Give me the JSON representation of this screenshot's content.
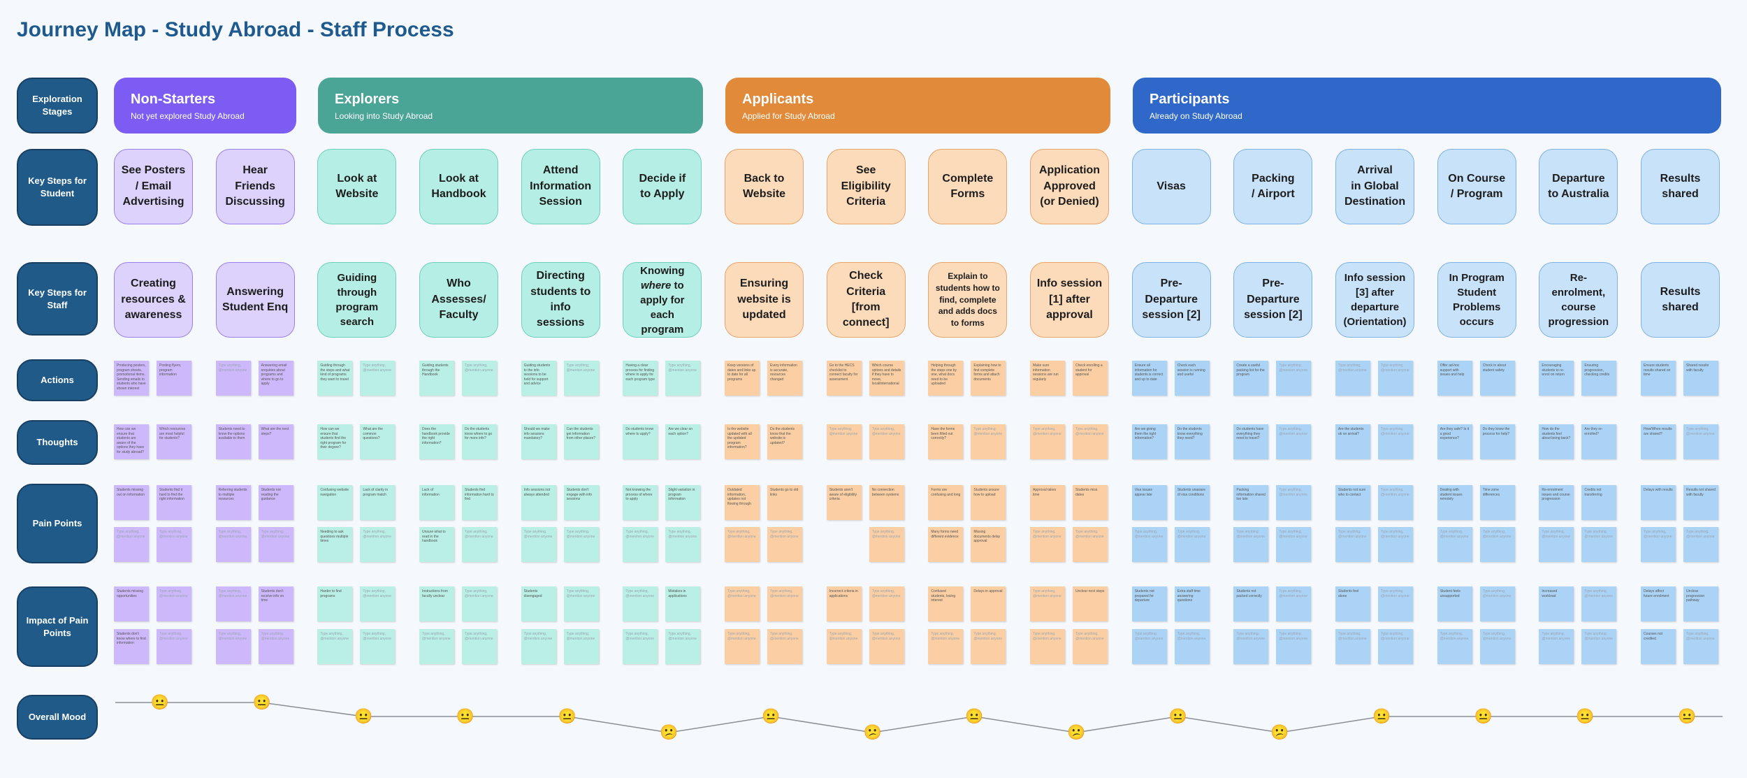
{
  "title": "Journey Map - Study Abroad - Staff Process",
  "row_labels": [
    "Exploration Stages",
    "Key Steps for Student",
    "Key Steps for Staff",
    "Actions",
    "Thoughts",
    "Pain Points",
    "Impact of Pain Points",
    "Overall Mood"
  ],
  "colors": {
    "row_label": "#1f5a88",
    "non_starters": {
      "stage": "#7c5cf2",
      "card": "#ddd2fc",
      "border": "#9a7fea",
      "note": "#cdb8fb"
    },
    "explorers": {
      "stage": "#4aa597",
      "card": "#b5eee4",
      "border": "#6fcfbf",
      "note": "#b9efe5"
    },
    "applicants": {
      "stage": "#e08a3a",
      "card": "#fcdbbb",
      "border": "#e8a46a",
      "note": "#fbcfa3"
    },
    "participants": {
      "stage": "#2f68c8",
      "card": "#c8e2fa",
      "border": "#7fb2e4",
      "note": "#abd3f6"
    }
  },
  "stages": [
    {
      "name": "Non-Starters",
      "sub": "Not yet explored Study Abroad"
    },
    {
      "name": "Explorers",
      "sub": "Looking into Study Abroad"
    },
    {
      "name": "Applicants",
      "sub": "Applied for Study Abroad"
    },
    {
      "name": "Participants",
      "sub": "Already on Study Abroad"
    }
  ],
  "student_steps": [
    [
      "See Posters",
      "/ Email",
      "Advertising"
    ],
    [
      "Hear",
      "Friends",
      "Discussing"
    ],
    [
      "Look at",
      "Website"
    ],
    [
      "Look at",
      "Handbook"
    ],
    [
      "Attend",
      "Information",
      "Session"
    ],
    [
      "Decide if",
      "to Apply"
    ],
    [
      "Back to",
      "Website"
    ],
    [
      "See",
      "Eligibility",
      "Criteria"
    ],
    [
      "Complete",
      "Forms"
    ],
    [
      "Application",
      "Approved",
      "(or Denied)"
    ],
    [
      "Visas"
    ],
    [
      "Packing",
      "/ Airport"
    ],
    [
      "Arrival",
      "in Global",
      "Destination"
    ],
    [
      "On Course",
      "/ Program"
    ],
    [
      "Departure",
      "to Australia"
    ],
    [
      "Results",
      "shared"
    ]
  ],
  "staff_steps": [
    [
      "Creating",
      "resources &",
      "awareness"
    ],
    [
      "Answering",
      "Student Enq"
    ],
    [
      "Guiding",
      "through",
      "program",
      "search"
    ],
    [
      "Who",
      "Assesses/",
      "Faculty"
    ],
    [
      "Directing",
      "students to",
      "info sessions"
    ],
    [
      "Knowing",
      "where to",
      "apply for each",
      "program"
    ],
    [
      "Ensuring",
      "website is",
      "updated"
    ],
    [
      "Check",
      "Criteria [from",
      "connect]"
    ],
    [
      "Explain to",
      "students how to",
      "find, complete",
      "and adds docs",
      "to forms"
    ],
    [
      "Info session",
      "[1] after",
      "approval"
    ],
    [
      "Pre-",
      "Departure",
      "session [2]"
    ],
    [
      "Pre-",
      "Departure",
      "session [2]"
    ],
    [
      "Info session",
      "[3] after",
      "departure",
      "(Orientation)"
    ],
    [
      "In Program",
      "Student",
      "Problems",
      "occurs"
    ],
    [
      "Re-",
      "enrolment,",
      "course",
      "progression"
    ],
    [
      "Results",
      "shared"
    ]
  ],
  "moods": [
    "😐",
    "😐",
    "😐",
    "😐",
    "😐",
    "😕",
    "😐",
    "😕",
    "😐",
    "😕",
    "😐",
    "😕",
    "😐",
    "😐",
    "😐",
    "😐"
  ],
  "mood_levels": [
    0,
    0,
    1,
    1,
    1,
    2,
    1,
    2,
    1,
    2,
    1,
    2,
    1,
    1,
    1,
    1
  ],
  "placeholder_note": "Type anything, @mention anyone",
  "notes": {
    "actions": [
      [
        "Producing posters, program sheets, promotional items. Sending emails to students who have shown interest",
        "Posting flyers, program information"
      ],
      [
        null,
        "Answering email enquiries about programs and where to go to apply"
      ],
      [
        "Guiding through the steps and what kind of programs they want to travel",
        null
      ],
      [
        "Guiding students through the Handbook",
        null
      ],
      [
        "Guiding students to the info sessions to be held for support and advice",
        null
      ],
      [
        "Having a clear process for finding where to apply for each program type",
        null
      ],
      [
        "Keep versions of dates and links up to date for all programs",
        "Every information is accurate, resources changed"
      ],
      [
        "Go to the HECS checklist to connect faculty for assessment",
        "Which course options and details if they have to move, local/international"
      ],
      [
        "Helping through the steps one by one, what docs need to be uploaded",
        "Explaining how to find complete forms and attach documents"
      ],
      [
        "Make sure information sessions are run regularly",
        "Check enrolling a student for approval"
      ],
      [
        "Ensure all information for students is correct and up to date",
        "Check each session is running and useful"
      ],
      [
        "Create a useful packing list for the program",
        null
      ],
      [
        null,
        null
      ],
      [
        "Offer ad-hoc support with issues and help",
        "Check in about student safety"
      ],
      [
        "Encouraging students to re-enrol on return",
        "Ensuring progression, checking credits"
      ],
      [
        "Ensure students results shared on time",
        "Shared results with faculty"
      ]
    ],
    "thoughts": [
      [
        "How can we ensure that students are aware of the options they have for study abroad?",
        "Which resources are most helpful for students?"
      ],
      [
        "Students need to know the options available to them",
        "What are the next steps?"
      ],
      [
        "How can we ensure that students find the right program for their degree?",
        "What are the common questions?"
      ],
      [
        "Does the handbook provide the right information?",
        "Do the students know where to go for more info?"
      ],
      [
        "Should we make info sessions mandatory?",
        "Can the students get information from other places?"
      ],
      [
        "Do students know where to apply?",
        "Are we clear on each option?"
      ],
      [
        "Is the website updated with all the updated program information?",
        "Do the students know that the website is updated?"
      ],
      [
        null,
        null
      ],
      [
        "Have the forms been filled out correctly?",
        null
      ],
      [
        null,
        null
      ],
      [
        "Are we giving them the right information?",
        "Do the students know everything they need?"
      ],
      [
        "Do students have everything they need to travel?",
        null
      ],
      [
        "Are the students ok on arrival?",
        null
      ],
      [
        "Are they safe? Is it a good experience?",
        "Do they know the process for help?"
      ],
      [
        "How do the students feel about being back?",
        "Are they re-enrolled?"
      ],
      [
        "How/When results are shared?",
        null
      ]
    ],
    "pain1": [
      [
        "Students missing out on information",
        "Students find it hard to find the right information"
      ],
      [
        "Referring students to multiple resources",
        "Students not reading the guidance"
      ],
      [
        "Confusing website navigation",
        "Lack of clarity in program match"
      ],
      [
        "Lack of information",
        "Students find information hard to find"
      ],
      [
        "Info sessions not always attended",
        "Students don't engage with info sessions"
      ],
      [
        "Not knowing the process of where to apply",
        "Slight variation in program information"
      ],
      [
        "Outdated information, updates not flowing through",
        "Students go to old links"
      ],
      [
        "Students aren't aware of eligibility criteria",
        "No connection between systems"
      ],
      [
        "Forms are confusing and long",
        "Students unsure how to upload"
      ],
      [
        "Approval takes time",
        "Students miss dates"
      ],
      [
        "Visa issues appear late",
        "Students unaware of visa conditions"
      ],
      [
        "Packing information shared too late",
        null
      ],
      [
        "Students not sure who to contact",
        null
      ],
      [
        "Dealing with student issues remotely",
        "Time zone differences"
      ],
      [
        "Re-enrolment issues and course progression",
        "Credits not transferring"
      ],
      [
        "Delays with results",
        "Results not shared with faculty"
      ]
    ],
    "pain2": [
      [
        null,
        null
      ],
      [
        null,
        null
      ],
      [
        "Needing to ask questions multiple times",
        null
      ],
      [
        "Unsure what to read in the handbook",
        null
      ],
      [
        null,
        null
      ],
      [
        null,
        null
      ],
      [
        null,
        null
      ],
      [
        null,
        null
      ],
      [
        "Many forms need different evidence",
        "Missing documents delay approval"
      ],
      [
        null,
        null
      ],
      [
        null,
        null
      ],
      [
        null,
        null
      ],
      [
        null,
        null
      ],
      [
        null,
        null
      ],
      [
        null,
        null
      ],
      [
        null,
        null
      ]
    ],
    "impact1": [
      [
        "Students missing opportunities",
        null
      ],
      [
        null,
        "Students don't receive info on time"
      ],
      [
        "Harder to find programs",
        null
      ],
      [
        "Instructions from faculty unclear",
        null
      ],
      [
        "Students disengaged",
        null
      ],
      [
        null,
        "Mistakes in applications"
      ],
      [
        null,
        null
      ],
      [
        "Incorrect criteria in applications",
        null
      ],
      [
        "Confused students, losing interest",
        "Delays in approval"
      ],
      [
        null,
        "Unclear next steps"
      ],
      [
        "Students not prepared for departure",
        "Extra staff time answering questions"
      ],
      [
        "Students not packed correctly",
        null
      ],
      [
        "Students feel alone",
        null
      ],
      [
        "Student feels unsupported",
        null
      ],
      [
        "Increased workload",
        null
      ],
      [
        "Delays affect future enrolment",
        "Unclear progression pathway"
      ]
    ],
    "impact2": [
      [
        "Students don't know where to find information",
        null
      ],
      [
        null,
        null
      ],
      [
        null,
        null
      ],
      [
        null,
        null
      ],
      [
        null,
        null
      ],
      [
        null,
        null
      ],
      [
        null,
        null
      ],
      [
        null,
        null
      ],
      [
        null,
        null
      ],
      [
        null,
        null
      ],
      [
        null,
        null
      ],
      [
        null,
        null
      ],
      [
        null,
        null
      ],
      [
        null,
        null
      ],
      [
        null,
        null
      ],
      [
        "Courses not credited",
        null
      ]
    ]
  }
}
